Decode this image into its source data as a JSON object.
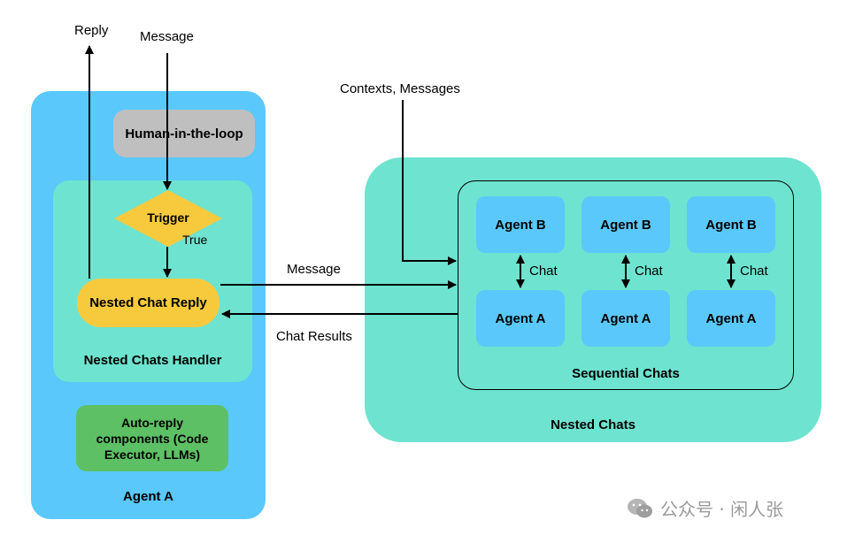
{
  "labels": {
    "reply": "Reply",
    "message_top": "Message",
    "contexts_messages": "Contexts, Messages",
    "message_mid": "Message",
    "chat_results": "Chat Results",
    "true": "True"
  },
  "agent_a_panel": {
    "title": "Agent A",
    "human_in_loop": "Human-in-the-loop",
    "trigger": "Trigger",
    "nested_chat_reply": "Nested Chat Reply",
    "handler": "Nested Chats Handler",
    "auto_reply": "Auto-reply components (Code Executor, LLMs)"
  },
  "nested_chats_panel": {
    "title": "Nested Chats",
    "sequential_title": "Sequential Chats",
    "pairs": [
      {
        "top": "Agent B",
        "bottom": "Agent A",
        "link": "Chat"
      },
      {
        "top": "Agent B",
        "bottom": "Agent A",
        "link": "Chat"
      },
      {
        "top": "Agent B",
        "bottom": "Agent A",
        "link": "Chat"
      }
    ]
  },
  "watermark": {
    "text": "公众号 · 闲人张",
    "icon": "wechat-icon"
  },
  "colors": {
    "agent_panel": "#5ac8fa",
    "handler": "#6ee3d0",
    "nested_panel": "#6ee3d0",
    "agent_box": "#5ac8fa",
    "human": "#bfbfbf",
    "trigger": "#f7ca3e",
    "reply": "#f7ca3e",
    "auto_reply": "#5dc064"
  }
}
